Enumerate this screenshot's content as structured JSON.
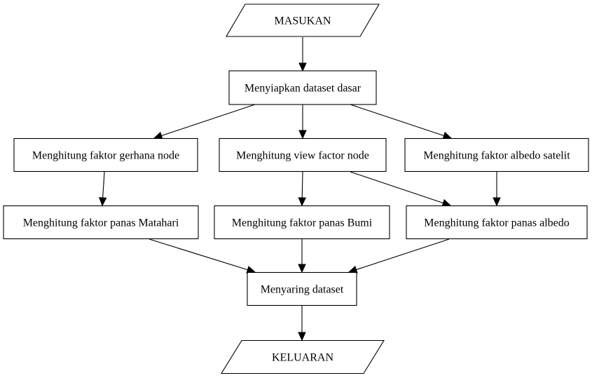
{
  "diagram": {
    "nodes": [
      {
        "id": "input",
        "label": "MASUKAN",
        "shape": "parallelogram"
      },
      {
        "id": "prepare",
        "label": "Menyiapkan dataset dasar",
        "shape": "rect"
      },
      {
        "id": "eclipse",
        "label": "Menghitung faktor gerhana node",
        "shape": "rect"
      },
      {
        "id": "viewfactor",
        "label": "Menghitung view factor node",
        "shape": "rect"
      },
      {
        "id": "albedosat",
        "label": "Menghitung faktor albedo satelit",
        "shape": "rect"
      },
      {
        "id": "solar",
        "label": "Menghitung faktor panas Matahari",
        "shape": "rect"
      },
      {
        "id": "earth",
        "label": "Menghitung faktor panas Bumi",
        "shape": "rect"
      },
      {
        "id": "albedoheat",
        "label": "Menghitung faktor panas albedo",
        "shape": "rect"
      },
      {
        "id": "filter",
        "label": "Menyaring dataset",
        "shape": "rect"
      },
      {
        "id": "output",
        "label": "KELUARAN",
        "shape": "parallelogram"
      }
    ],
    "edges": [
      {
        "from": "input",
        "to": "prepare"
      },
      {
        "from": "prepare",
        "to": "eclipse"
      },
      {
        "from": "prepare",
        "to": "viewfactor"
      },
      {
        "from": "prepare",
        "to": "albedosat"
      },
      {
        "from": "eclipse",
        "to": "solar"
      },
      {
        "from": "viewfactor",
        "to": "earth"
      },
      {
        "from": "viewfactor",
        "to": "albedoheat"
      },
      {
        "from": "albedosat",
        "to": "albedoheat"
      },
      {
        "from": "solar",
        "to": "filter"
      },
      {
        "from": "earth",
        "to": "filter"
      },
      {
        "from": "albedoheat",
        "to": "filter"
      },
      {
        "from": "filter",
        "to": "output"
      }
    ]
  }
}
